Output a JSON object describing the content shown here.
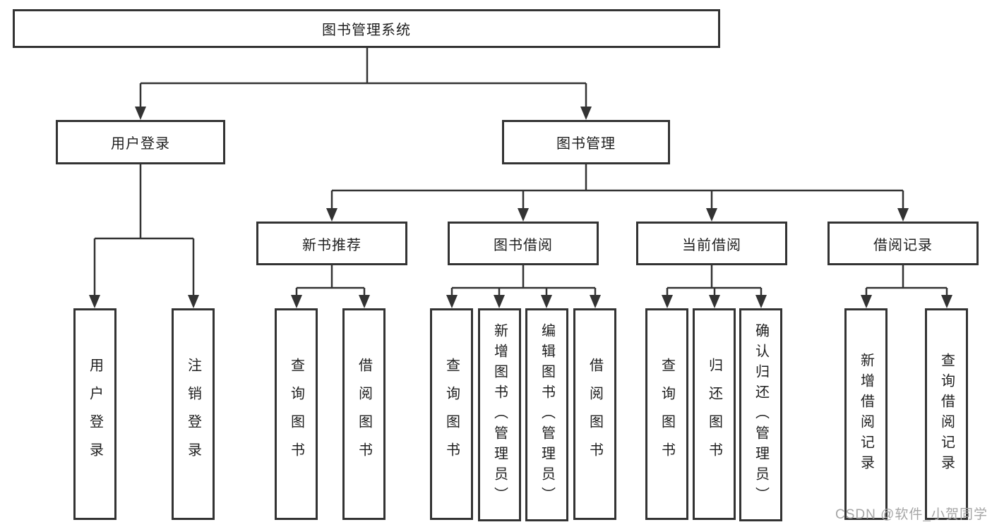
{
  "diagram": {
    "root": {
      "label": "图书管理系统"
    },
    "level2": [
      {
        "label": "用户登录"
      },
      {
        "label": "图书管理"
      }
    ],
    "level3": [
      {
        "label": "新书推荐"
      },
      {
        "label": "图书借阅"
      },
      {
        "label": "当前借阅"
      },
      {
        "label": "借阅记录"
      }
    ],
    "leaves": {
      "user_login": [
        "用户登录",
        "注销登录"
      ],
      "new_books": [
        "查询图书",
        "借阅图书"
      ],
      "book_borrow": [
        "查询图书",
        "新增图书（管理员）",
        "编辑图书（管理员）",
        "借阅图书"
      ],
      "current_borrow": [
        "查询图书",
        "归还图书",
        "确认归还（管理员）"
      ],
      "borrow_records": [
        "新增借阅记录",
        "查询借阅记录"
      ]
    },
    "colors": {
      "line": "#333333",
      "text": "#1f1f1f",
      "watermark": "#a6a6a6",
      "background": "#ffffff"
    },
    "watermark": "CSDN @软件_小贺同学"
  }
}
